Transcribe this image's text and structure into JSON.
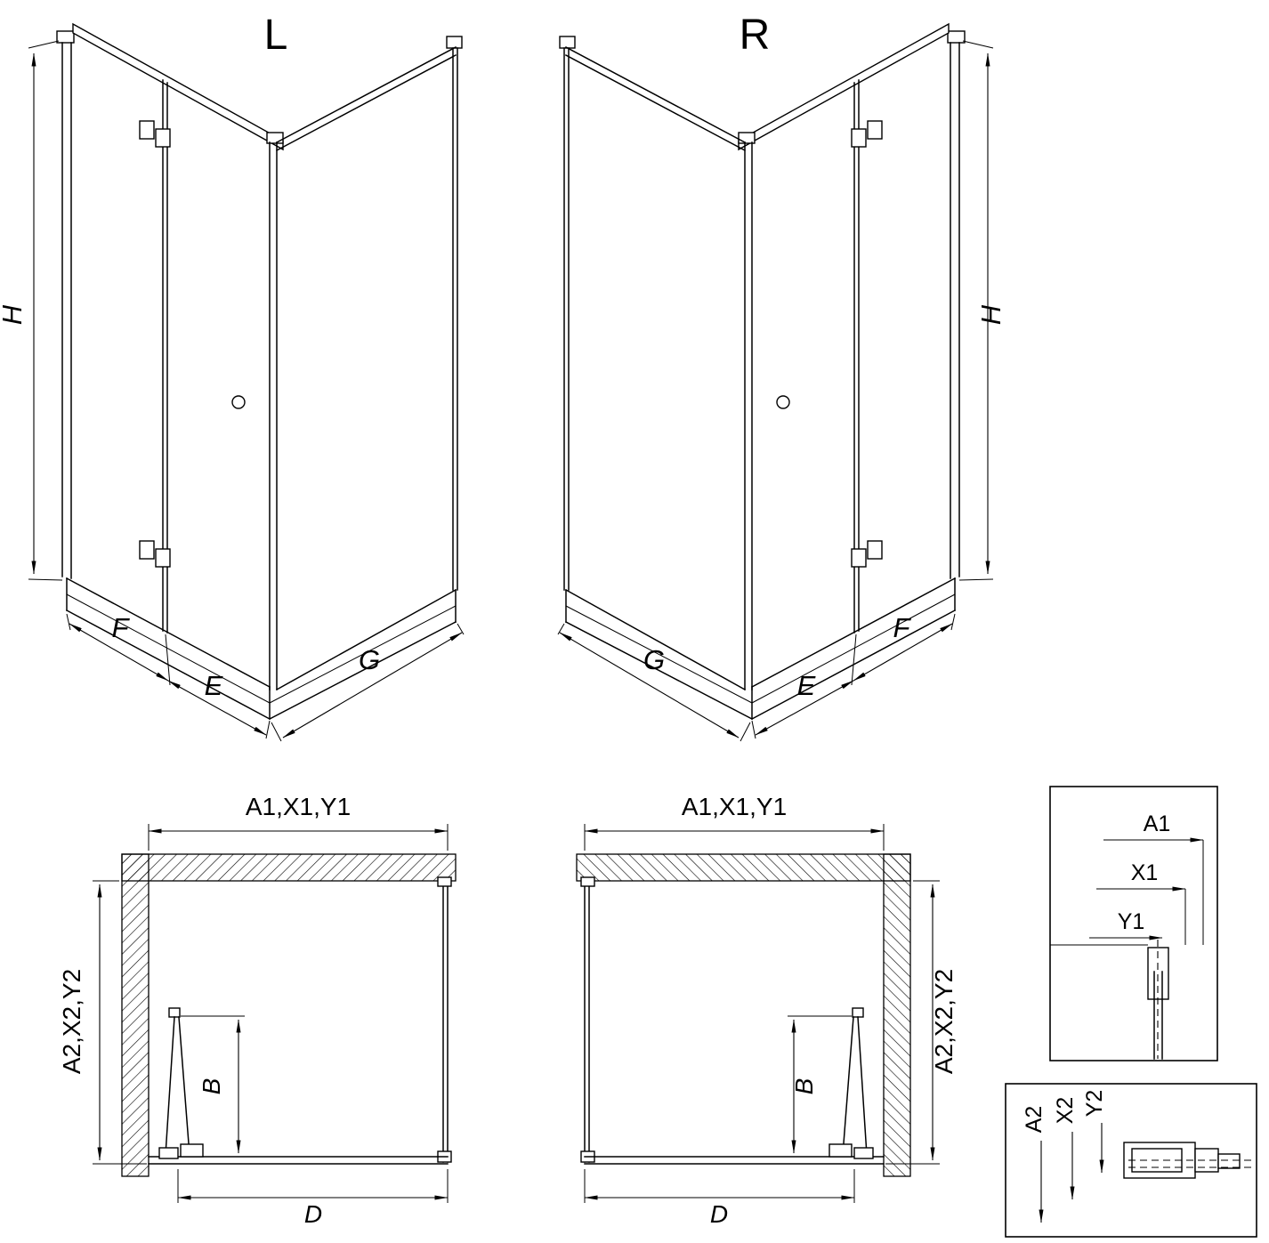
{
  "page": {
    "background": "#ffffff",
    "line_color": "#000000"
  },
  "views": {
    "left3d": {
      "label": "L",
      "dim_height": "H",
      "dim_fixed": "F",
      "dim_door": "E",
      "dim_side": "G"
    },
    "right3d": {
      "label": "R",
      "dim_height": "H",
      "dim_fixed": "F",
      "dim_door": "E",
      "dim_side": "G"
    },
    "leftPlan": {
      "dim_top": "A1,X1,Y1",
      "dim_depth": "A2,X2,Y2",
      "dim_door": "B",
      "dim_width": "D"
    },
    "rightPlan": {
      "dim_top": "A1,X1,Y1",
      "dim_depth": "A2,X2,Y2",
      "dim_door": "B",
      "dim_width": "D"
    },
    "detailTop": {
      "dim1": "A1",
      "dim2": "X1",
      "dim3": "Y1"
    },
    "detailBottom": {
      "dim1": "A2",
      "dim2": "X2",
      "dim3": "Y2"
    }
  }
}
